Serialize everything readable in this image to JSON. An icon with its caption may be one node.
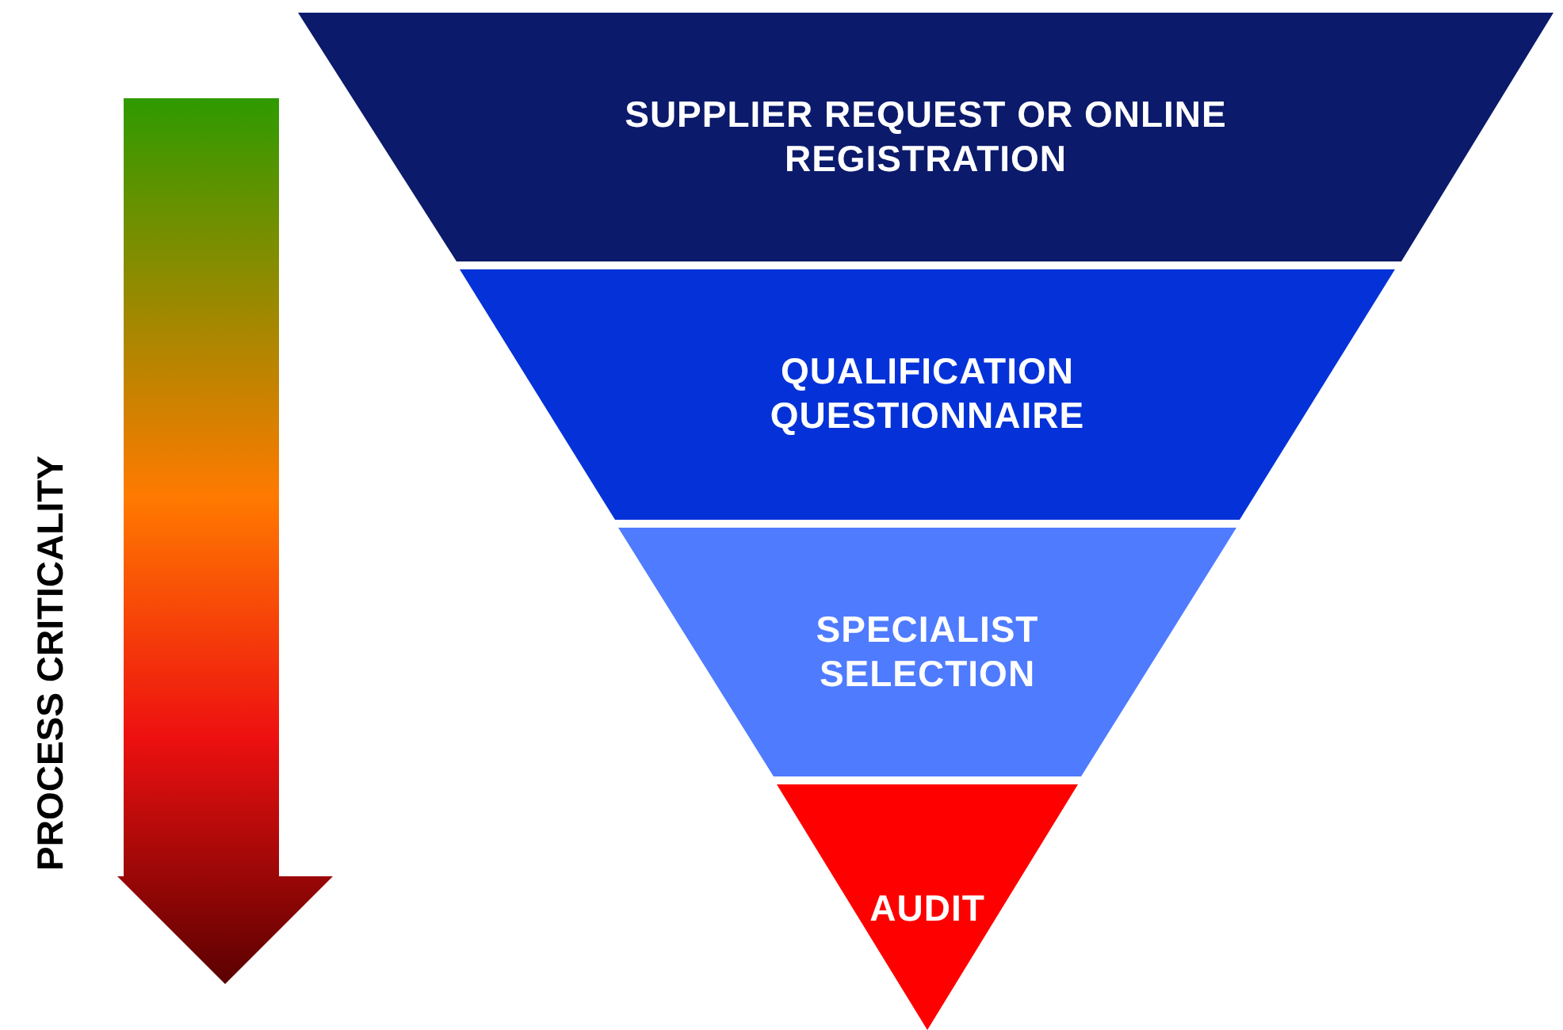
{
  "diagram": {
    "nodes": [
      {
        "text": [
          "SUPPLIER REQUEST OR ONLINE REGISTRATION"
        ]
      },
      {
        "text": [
          "QUALIFICATION QUESTIONNAIRE"
        ]
      },
      {
        "text": [
          "SPECIALIST SELECTION"
        ]
      },
      {
        "text": [
          "AUDIT"
        ]
      }
    ],
    "labels": [
      "PROCESS CRITICALITY"
    ]
  }
}
